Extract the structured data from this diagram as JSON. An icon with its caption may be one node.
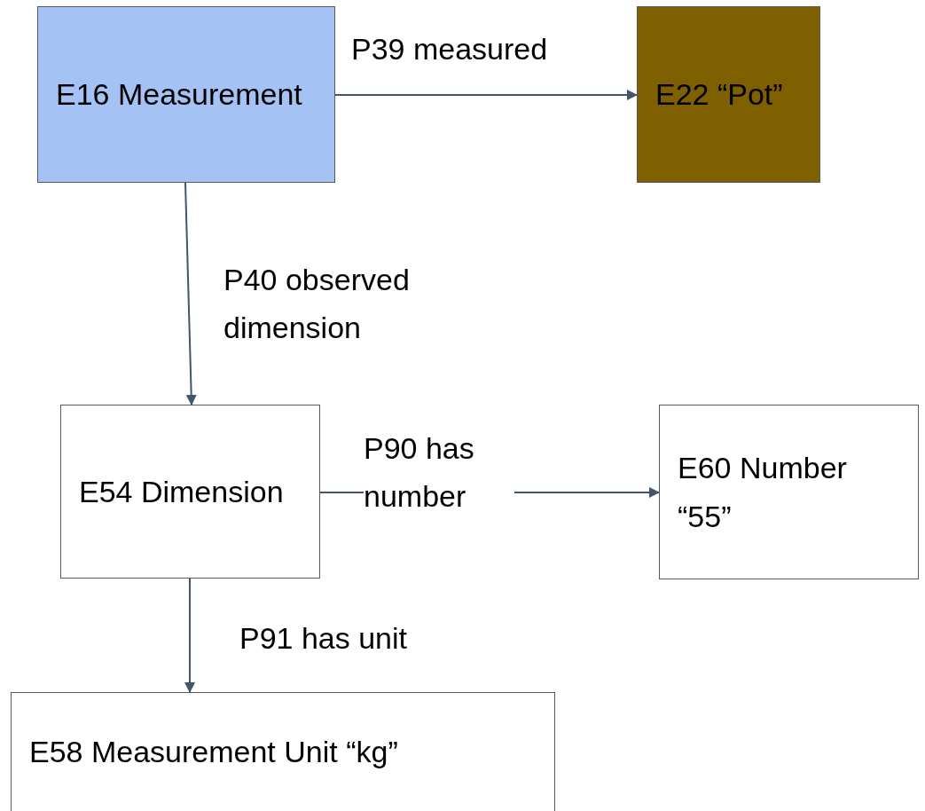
{
  "diagram": {
    "nodes": [
      {
        "text": [
          "E16 Measurement"
        ]
      },
      {
        "text": [
          "E22 “Pot”"
        ]
      },
      {
        "text": [
          "E54 Dimension"
        ]
      },
      {
        "text": [
          "E60 Number “55”"
        ]
      },
      {
        "text": [
          "E58 Measurement Unit “kg”"
        ]
      }
    ],
    "edges": [
      {
        "from": 0,
        "to": 1,
        "arrow": "to",
        "label": "P39 measured"
      },
      {
        "from": 0,
        "to": 2,
        "arrow": "to",
        "label": "P40 observed dimension"
      },
      {
        "from": 2,
        "to": 3,
        "arrow": "to",
        "label": "P90 has number"
      },
      {
        "from": 2,
        "to": 4,
        "arrow": "to",
        "label": "P91 has unit"
      }
    ]
  }
}
